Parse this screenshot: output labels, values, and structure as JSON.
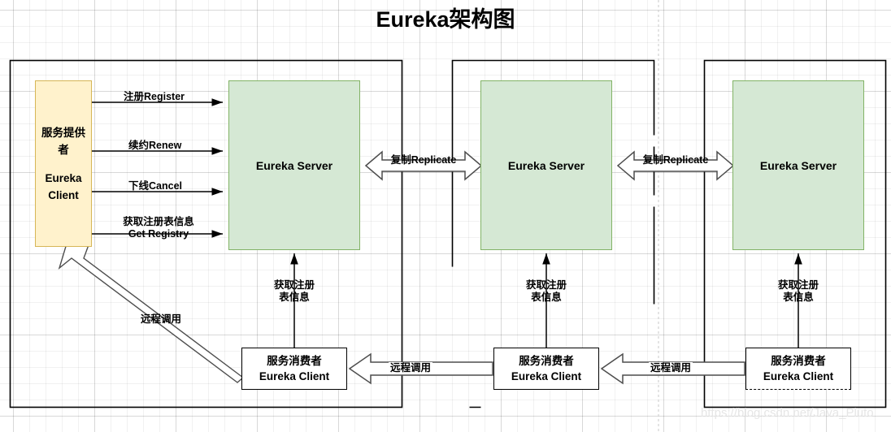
{
  "title": "Eureka架构图",
  "nodes": {
    "provider": {
      "line1": "服务提供",
      "line2": "者",
      "line3": "Eureka",
      "line4": "Client"
    },
    "servers": [
      {
        "label": "Eureka Server"
      },
      {
        "label": "Eureka Server"
      },
      {
        "label": "Eureka Server"
      }
    ],
    "consumers": [
      {
        "line1": "服务消费者",
        "line2": "Eureka Client"
      },
      {
        "line1": "服务消费者",
        "line2": "Eureka Client"
      },
      {
        "line1": "服务消费者",
        "line2": "Eureka Client"
      }
    ]
  },
  "edges": {
    "register": "注册Register",
    "renew": "续约Renew",
    "cancel": "下线Cancel",
    "get_registry_cn": "获取注册表信息",
    "get_registry_en": "Get Registry",
    "replicate_1": "复制Replicate",
    "replicate_2": "复制Replicate",
    "fetch_1_line1": "获取注册",
    "fetch_1_line2": "表信息",
    "fetch_2_line1": "获取注册",
    "fetch_2_line2": "表信息",
    "fetch_3_line1": "获取注册",
    "fetch_3_line2": "表信息",
    "remote_call_diagonal": "远程调用",
    "remote_call_1": "远程调用",
    "remote_call_2": "远程调用"
  },
  "watermark": "https://blog.csdn.net/Java_Pluto",
  "colors": {
    "provider_fill": "#fff2cc",
    "provider_stroke": "#d6b656",
    "server_fill": "#d5e8d4",
    "server_stroke": "#82b366",
    "consumer_fill": "#ffffff",
    "consumer_stroke": "#000000",
    "line": "#000000",
    "grid": "#e8e8e8"
  }
}
